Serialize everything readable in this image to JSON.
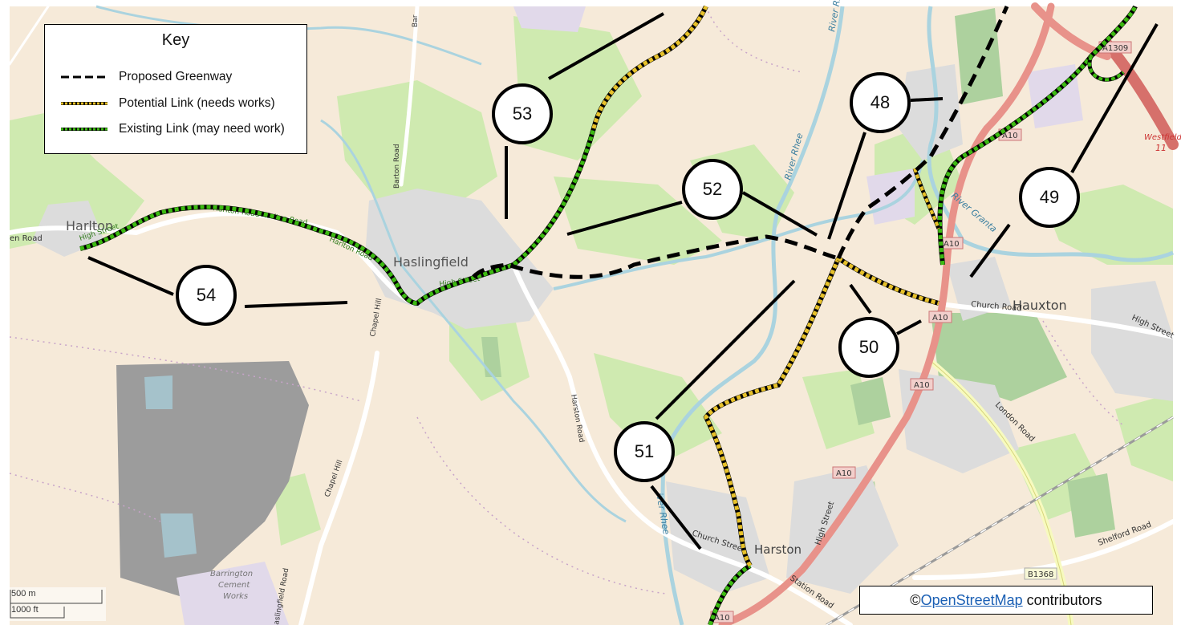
{
  "key": {
    "title": "Key",
    "items": [
      {
        "label": "Proposed Greenway",
        "style": "black-dash"
      },
      {
        "label": "Potential Link (needs works)",
        "style": "yellow-dot"
      },
      {
        "label": "Existing Link (may need work)",
        "style": "green-dot"
      }
    ]
  },
  "callouts": [
    "48",
    "49",
    "50",
    "51",
    "52",
    "53",
    "54"
  ],
  "places": {
    "harlton": "Harlton",
    "haslingfield": "Haslingfield",
    "hauxton": "Hauxton",
    "harston": "Harston",
    "barrington": [
      "Barrington",
      "Cement",
      "Works"
    ],
    "westfield": "Westfield",
    "westfield_num": "11"
  },
  "roads": {
    "en_road": "en Road",
    "high_street_harlton": "High Street",
    "harlton_road_1": "Harlton Road",
    "harlton_road_2": "Harlton Road",
    "harlton_road_3": "Harlton Road",
    "high_street_haslingfield": "High Street",
    "barton_road": "Barton Road",
    "bar": "Bar",
    "chapel_hill_1": "Chapel Hill",
    "chapel_hill_2": "Chapel Hill",
    "haslingfield_road": "aslingfield Road",
    "harston_road": "Harston Road",
    "church_street": "Church Street",
    "station_road": "Station Road",
    "high_street_harston": "High Street",
    "church_road": "Church Road",
    "high_street_hauxton": "High Street",
    "london_road": "London Road",
    "shelford_road": "Shelford Road",
    "river_rhee_1": "River Rhee",
    "river_rhee_2": "River Rhee",
    "river_rhee_3": "iver Rhee",
    "river_granta": "River Granta",
    "a10": [
      "A10",
      "A10",
      "A10",
      "A10",
      "A10",
      "A10"
    ],
    "a1309": "A1309",
    "b1368": "B1368"
  },
  "scale": {
    "metric": "500 m",
    "imperial": "1000 ft"
  },
  "credit": {
    "prefix": "©",
    "link": "OpenStreetMap",
    "suffix": " contributors"
  },
  "colors": {
    "background": "#f6ead9",
    "fields": "#cfeab0",
    "woods": "#add19e",
    "urban": "#dcdcdc",
    "river": "#aad3df",
    "a_road": "#e8928a",
    "b_road": "#f7fabf",
    "quarry": "#9c9c9c",
    "greenway": "#000000",
    "potential_link": "#e8c22a",
    "existing_link": "#3dbb12"
  }
}
